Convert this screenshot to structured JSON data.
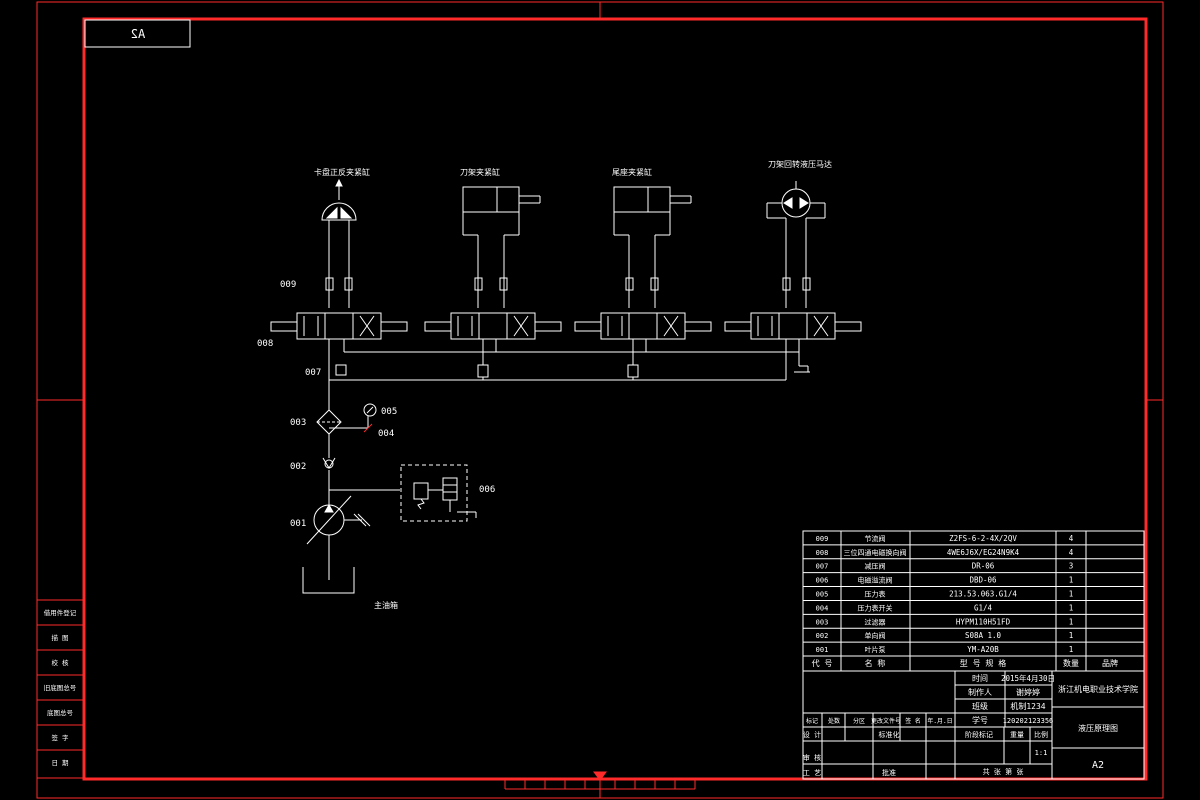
{
  "drawing": {
    "sheet_size": "A2",
    "sheet_size_bottom": "A2",
    "tank_label": "主油箱"
  },
  "actuators": [
    {
      "label": "卡盘正反夹紧缸"
    },
    {
      "label": "刀架夹紧缸"
    },
    {
      "label": "尾座夹紧缸"
    },
    {
      "label": "刀架回转液压马达"
    }
  ],
  "callouts": {
    "c009": "009",
    "c008": "008",
    "c007": "007",
    "c003": "003",
    "c005": "005",
    "c004": "004",
    "c002": "002",
    "c001": "001",
    "c006": "006"
  },
  "left_stamp": [
    "借用件登记",
    "描 图",
    "校 核",
    "旧底图总号",
    "底图总号",
    "签 字",
    "日 期"
  ],
  "bom": {
    "rows": [
      {
        "no": "009",
        "name": "节流阀",
        "model": "Z2FS-6-2-4X/2QV",
        "qty": "4"
      },
      {
        "no": "008",
        "name": "三位四通电磁换向阀",
        "model": "4WE6J6X/EG24N9K4",
        "qty": "4"
      },
      {
        "no": "007",
        "name": "减压阀",
        "model": "DR-06",
        "qty": "3"
      },
      {
        "no": "006",
        "name": "电磁溢流阀",
        "model": "DBD-06",
        "qty": "1"
      },
      {
        "no": "005",
        "name": "压力表",
        "model": "213.53.063.G1/4",
        "qty": "1"
      },
      {
        "no": "004",
        "name": "压力表开关",
        "model": "G1/4",
        "qty": "1"
      },
      {
        "no": "003",
        "name": "过滤器",
        "model": "HYPM110H51FD",
        "qty": "1"
      },
      {
        "no": "002",
        "name": "单向阀",
        "model": "S08A 1.0",
        "qty": "1"
      },
      {
        "no": "001",
        "name": "叶片泵",
        "model": "YM-A20B",
        "qty": "1"
      }
    ],
    "header": {
      "no": "代 号",
      "name": "名 称",
      "model": "型 号 规 格",
      "qty": "数量",
      "remark": "品牌"
    }
  },
  "title_block": {
    "time_label": "时间",
    "time_value": "2015年4月30日",
    "maker_label": "制作人",
    "maker_value": "谢婷婷",
    "class_label": "班级",
    "class_value": "机制1234",
    "sid_label": "学号",
    "sid_value": "120202123356",
    "school": "浙江机电职业技术学院",
    "drawing_name": "液压原理图",
    "ratio_label": "比例",
    "scale_label": "重量",
    "stage_label": "阶段标记",
    "ratio_value": "1:1",
    "sheets": "共 张 第 张",
    "rev_headers": [
      "标记",
      "处数",
      "分区",
      "更改文件号",
      "签 名",
      "年.月.日"
    ],
    "design": "设 计",
    "std": "标准化",
    "review": "审 核",
    "process": "工 艺",
    "approve": "批准"
  }
}
